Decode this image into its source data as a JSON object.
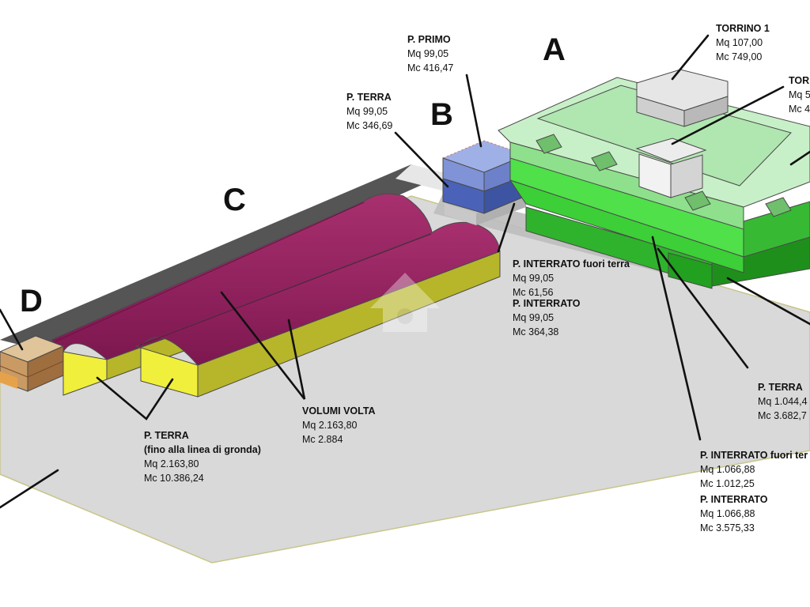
{
  "colors": {
    "ground": "#d9d9d9",
    "ground_edge": "#c9c58a",
    "band": "#555555",
    "vault_roof": "#8e1f5d",
    "vault_wall": "#f0ef3c",
    "vault_wall_side": "#b7b52a",
    "b_upper": "#7f93d6",
    "b_lower": "#4a62b8",
    "a_roof": "#c8f0c8",
    "a_body": "#4fe04a",
    "a_base": "#2fb32c",
    "tower": "#e6e6e6",
    "d_box": "#c99a63"
  },
  "building_letters": {
    "a": "A",
    "b": "B",
    "c": "C",
    "d": "D"
  },
  "labels": {
    "torrino1": {
      "title": "TORRINO 1",
      "lines": [
        "Mq 107,00",
        "Mc 749,00"
      ]
    },
    "torrino2": {
      "title": "TOR",
      "lines": [
        "Mq 5",
        "Mc 4"
      ]
    },
    "b_primo": {
      "title": "P. PRIMO",
      "lines": [
        "Mq 99,05",
        "Mc 416,47"
      ]
    },
    "b_terra": {
      "title": "P. TERRA",
      "lines": [
        "Mq 99,05",
        "Mc 346,69"
      ]
    },
    "b_interrato": {
      "title": "P. INTERRATO fuori terra",
      "lines": [
        "Mq 99,05",
        "Mc 61,56"
      ],
      "title2": "P. INTERRATO",
      "lines2": [
        "Mq 99,05",
        "Mc 364,38"
      ]
    },
    "c_terra": {
      "title": "P. TERRA",
      "subtitle": "(fino alla linea di gronda)",
      "lines": [
        "Mq 2.163,80",
        "Mc 10.386,24"
      ]
    },
    "c_volta": {
      "title": "VOLUMI VOLTA",
      "lines": [
        "Mq 2.163,80",
        "Mc 2.884"
      ]
    },
    "a_terra": {
      "title": "P. TERRA",
      "lines": [
        "Mq 1.044,4",
        "Mc 3.682,7"
      ]
    },
    "a_interrato": {
      "title": "P. INTERRATO fuori ter",
      "lines": [
        "Mq 1.066,88",
        "Mc 1.012,25"
      ],
      "title2": "P. INTERRATO",
      "lines2": [
        "Mq 1.066,88",
        "Mc 3.575,33"
      ]
    }
  }
}
